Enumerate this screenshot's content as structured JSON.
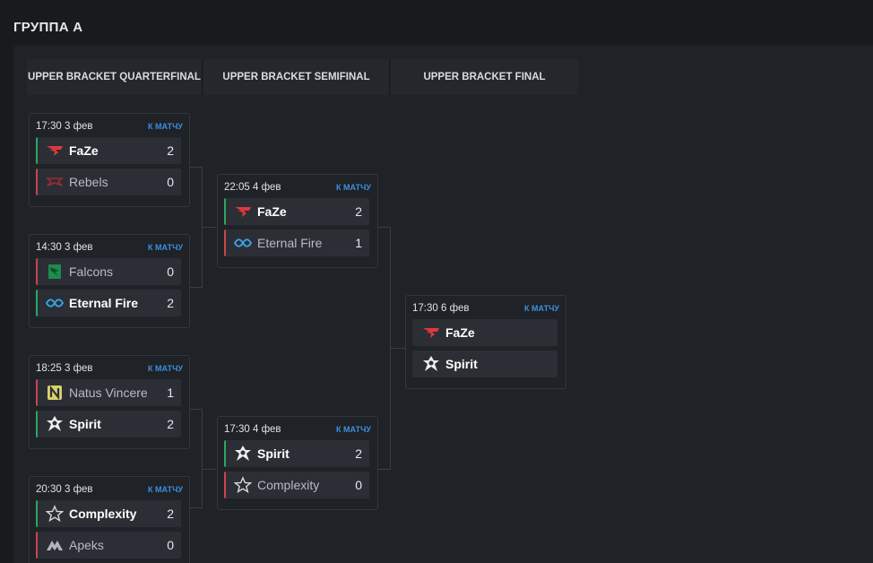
{
  "group_title": "ГРУППА А",
  "columns": [
    "UPPER BRACKET QUARTERFINAL",
    "UPPER BRACKET SEMIFINAL",
    "UPPER BRACKET FINAL"
  ],
  "link_label": "К МАТЧУ",
  "matches": [
    {
      "time": "17:30",
      "date": "3 фев",
      "teams": [
        {
          "name": "FaZe",
          "score": "2",
          "result": "win",
          "logo": "faze-logo"
        },
        {
          "name": "Rebels",
          "score": "0",
          "result": "lose",
          "logo": "rebels-logo"
        }
      ]
    },
    {
      "time": "14:30",
      "date": "3 фев",
      "teams": [
        {
          "name": "Falcons",
          "score": "0",
          "result": "lose",
          "logo": "falcons-logo"
        },
        {
          "name": "Eternal Fire",
          "score": "2",
          "result": "win",
          "logo": "eternal-fire-logo"
        }
      ]
    },
    {
      "time": "18:25",
      "date": "3 фев",
      "teams": [
        {
          "name": "Natus Vincere",
          "score": "1",
          "result": "lose",
          "logo": "navi-logo"
        },
        {
          "name": "Spirit",
          "score": "2",
          "result": "win",
          "logo": "spirit-logo"
        }
      ]
    },
    {
      "time": "20:30",
      "date": "3 фев",
      "teams": [
        {
          "name": "Complexity",
          "score": "2",
          "result": "win",
          "logo": "complexity-logo"
        },
        {
          "name": "Apeks",
          "score": "0",
          "result": "lose",
          "logo": "apeks-logo"
        }
      ]
    },
    {
      "time": "22:05",
      "date": "4 фев",
      "teams": [
        {
          "name": "FaZe",
          "score": "2",
          "result": "win",
          "logo": "faze-logo"
        },
        {
          "name": "Eternal Fire",
          "score": "1",
          "result": "lose",
          "logo": "eternal-fire-logo"
        }
      ]
    },
    {
      "time": "17:30",
      "date": "4 фев",
      "teams": [
        {
          "name": "Spirit",
          "score": "2",
          "result": "win",
          "logo": "spirit-logo"
        },
        {
          "name": "Complexity",
          "score": "0",
          "result": "lose",
          "logo": "complexity-logo"
        }
      ]
    },
    {
      "time": "17:30",
      "date": "6 фев",
      "teams": [
        {
          "name": "FaZe",
          "score": "",
          "result": "none",
          "logo": "faze-logo"
        },
        {
          "name": "Spirit",
          "score": "",
          "result": "none",
          "logo": "spirit-logo"
        }
      ]
    }
  ],
  "colors": {
    "win": "#2fa565",
    "lose": "#c9464b",
    "link": "#3d8fe0"
  }
}
